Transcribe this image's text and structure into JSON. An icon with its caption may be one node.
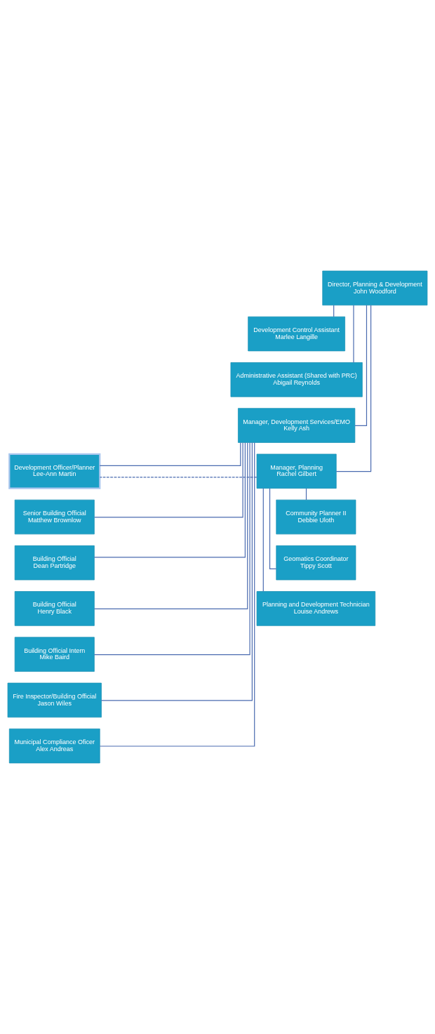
{
  "diagram": {
    "nodes": [
      {
        "text": [
          "Director, Planning & Development",
          "John Woodford"
        ]
      },
      {
        "text": [
          "Development Control Assistant",
          "Marlee Langille"
        ]
      },
      {
        "text": [
          "Administrative Assistant (Shared with PRC)",
          "Abigail Reynolds"
        ]
      },
      {
        "text": [
          "Manager, Development Services/EMO",
          "Kelly Ash"
        ]
      },
      {
        "text": [
          "Manager, Planning",
          "Rachel Gilbert"
        ]
      },
      {
        "text": [
          "Development Officer/Planner",
          "Lee-Ann Martin"
        ]
      },
      {
        "text": [
          "Community Planner II",
          "Debbie Uloth"
        ]
      },
      {
        "text": [
          "Senior Building Official",
          "Matthew Brownlow"
        ]
      },
      {
        "text": [
          "Geomatics Coordinator",
          "Tippy Scott"
        ]
      },
      {
        "text": [
          "Building Official",
          "Dean Partridge"
        ]
      },
      {
        "text": [
          "Planning and Development Technician",
          "Louise Andrews"
        ]
      },
      {
        "text": [
          "Building Official",
          "Henry Black"
        ]
      },
      {
        "text": [
          "Building Official Intern",
          "Mike Baird"
        ]
      },
      {
        "text": [
          "Fire Inspector/Building Official",
          "Jason Wiles"
        ]
      },
      {
        "text": [
          "Municipal Compliance Oficer",
          "Alex Andreas"
        ]
      }
    ],
    "edges": [
      {
        "from": 0,
        "to": 1,
        "arrow": "none"
      },
      {
        "from": 0,
        "to": 2,
        "arrow": "none"
      },
      {
        "from": 0,
        "to": 3,
        "arrow": "none"
      },
      {
        "from": 0,
        "to": 4,
        "arrow": "none"
      },
      {
        "from": 3,
        "to": 5,
        "arrow": "none"
      },
      {
        "from": 4,
        "to": 5,
        "arrow": "none",
        "style": "dashed"
      },
      {
        "from": 4,
        "to": 6,
        "arrow": "none"
      },
      {
        "from": 3,
        "to": 7,
        "arrow": "none"
      },
      {
        "from": 4,
        "to": 8,
        "arrow": "none"
      },
      {
        "from": 3,
        "to": 9,
        "arrow": "none"
      },
      {
        "from": 4,
        "to": 10,
        "arrow": "none"
      },
      {
        "from": 3,
        "to": 11,
        "arrow": "none"
      },
      {
        "from": 3,
        "to": 12,
        "arrow": "none"
      },
      {
        "from": 3,
        "to": 13,
        "arrow": "none"
      },
      {
        "from": 3,
        "to": 14,
        "arrow": "none"
      }
    ]
  }
}
